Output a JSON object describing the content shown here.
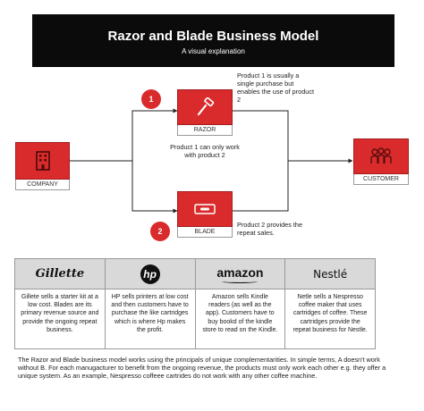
{
  "header": {
    "title": "Razor and Blade Business Model",
    "subtitle": "A visual explanation"
  },
  "nodes": {
    "company": "COMPANY",
    "razor": "RAZOR",
    "blade": "BLADE",
    "customer": "CUSTOMER"
  },
  "steps": [
    "1",
    "2"
  ],
  "notes": {
    "razor_purchase": "Product 1 is usually a single purchase but enables the use of product 2",
    "product1_dependency": "Product 1 can only work with product 2",
    "blade_repeat": "Product 2 provides the repeat sales."
  },
  "brands": [
    {
      "name": "Gillette",
      "icon": "gillette-logo",
      "text": "Gillete sells a starter kit at a low cost. Blades are its primary revenue source and provide the ongoing repeat business."
    },
    {
      "name": "hp",
      "icon": "hp-logo",
      "text": "HP sells printers at low cost and then customers have to purchase the like cartridges which is where Hp makes the profit."
    },
    {
      "name": "amazon",
      "icon": "amazon-logo",
      "text": "Amazon sells Kindle readers (as well as the app). Customers have to buy bookd of the kindle store to read on the Kindle."
    },
    {
      "name": "Nestlé",
      "icon": "nestle-logo",
      "text": "Netle sells a Nespresso coffee maker that uses cartridges of coffee. These cartridges provide the repeat business for Nestle."
    }
  ],
  "footer": "The Razor and Blade business model works using the principals of unique complementarities. In simple terms, A doesn't work without B. For each manugacturer to benefit from the ongoing revenue, the products must only work each other e.g. they offer a unique system. As an example, Nespresso coffeee cartrides do not work with any other coffee machine.",
  "colors": {
    "accent": "#d92b2b",
    "header_bg": "#0b0b0b",
    "brand_bg": "#d9d9d9"
  }
}
